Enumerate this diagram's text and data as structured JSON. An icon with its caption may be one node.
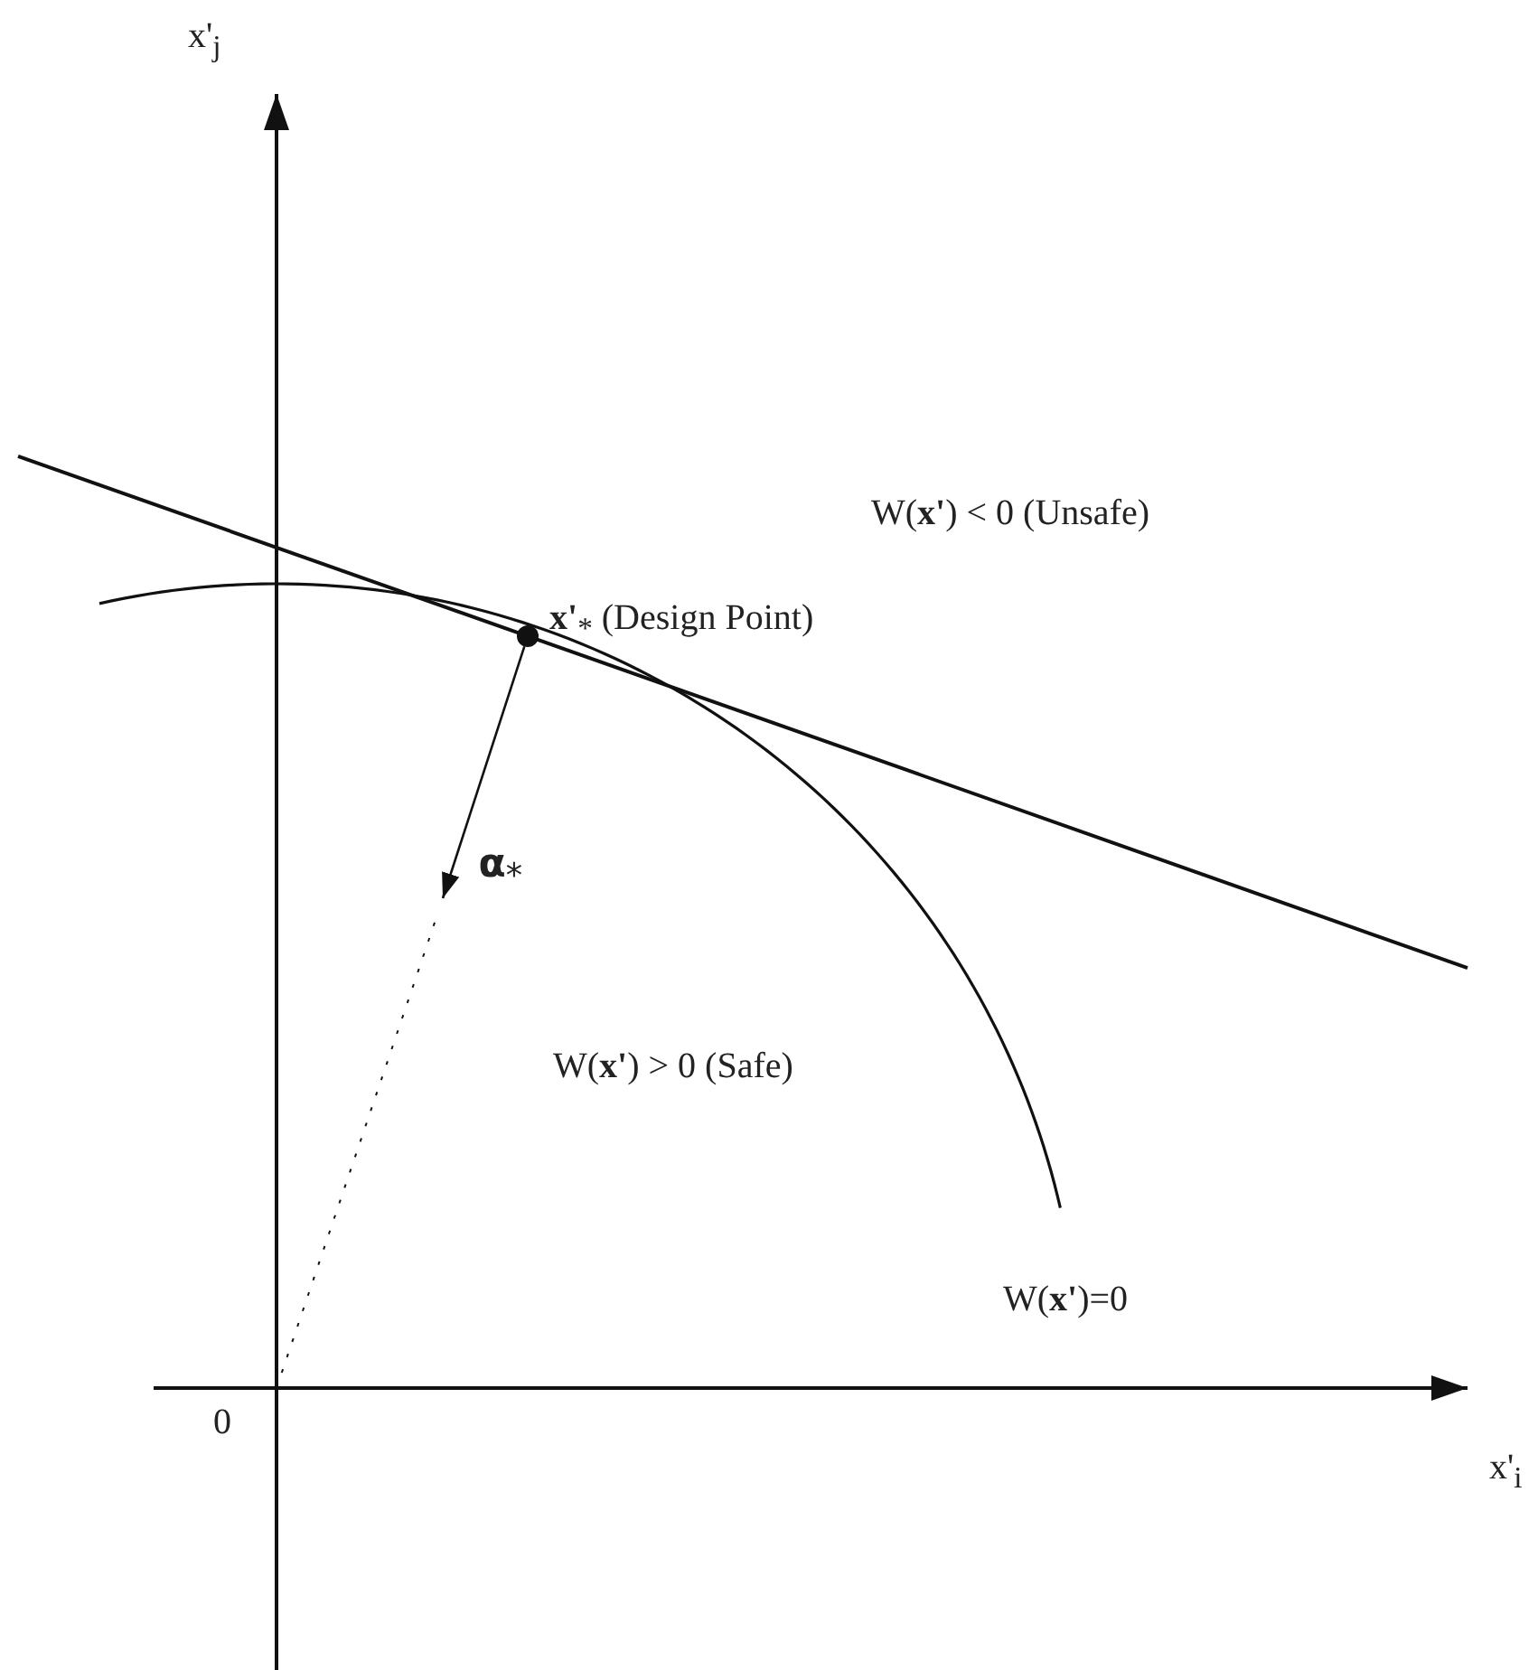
{
  "diagram": {
    "nodes": [
      {
        "text": [],
        "shape": "circle",
        "beside": [
          "**x'**$_{*}$ (Design Point)"
        ]
      },
      {
        "text": [
          "**α**$_{*}$"
        ]
      }
    ],
    "edges": [
      {
        "from": 0,
        "to": 1,
        "arrow": "to"
      }
    ],
    "labels": [
      "x'$_{j}$",
      "W(**x'**) < 0 (Unsafe)",
      "W(**x'**) > 0 (Safe)",
      "W(**x'**)=0",
      "0",
      "x'$_{i}$"
    ]
  }
}
